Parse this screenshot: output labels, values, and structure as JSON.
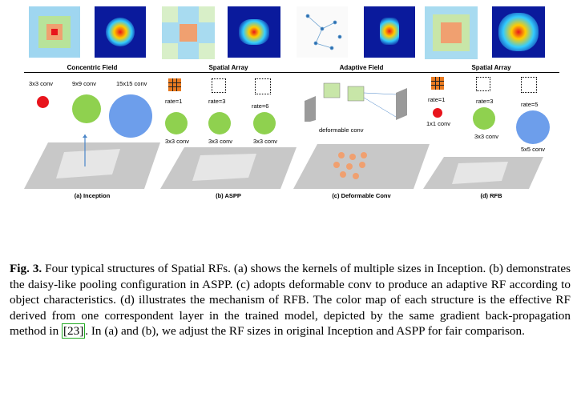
{
  "panels": {
    "a": {
      "field": "Concentric Field",
      "convs": [
        "3x3 conv",
        "9x9 conv",
        "15x15 conv"
      ],
      "sub": "(a) Inception"
    },
    "b": {
      "field": "Spatial Array",
      "rates": [
        "rate=1",
        "rate=3",
        "rate=6"
      ],
      "convs": [
        "3x3 conv",
        "3x3 conv",
        "3x3 conv"
      ],
      "sub": "(b) ASPP"
    },
    "c": {
      "field": "Adaptive Field",
      "conv": "deformable conv",
      "sub": "(c) Deformable Conv"
    },
    "d": {
      "field": "Spatial Array",
      "rates": [
        "rate=1",
        "rate=3",
        "rate=5"
      ],
      "convs": [
        "1x1 conv",
        "3x3 conv",
        "5x5 conv"
      ],
      "sub": "(d) RFB"
    }
  },
  "caption": {
    "label": "Fig. 3.",
    "text_before_cite": "Four typical structures of Spatial RFs. (a) shows the kernels of multiple sizes in Inception. (b) demonstrates the daisy-like pooling configuration in ASPP. (c) adopts deformable conv to produce an adaptive RF according to object characteristics. (d) illustrates the mechanism of RFB. The color map of each structure is the effective RF derived from one correspondent layer in the trained model, depicted by the same gradient back-propagation method in ",
    "cite": "[23]",
    "text_after_cite": ". In (a) and (b), we adjust the RF sizes in original Inception and ASPP for fair comparison."
  }
}
